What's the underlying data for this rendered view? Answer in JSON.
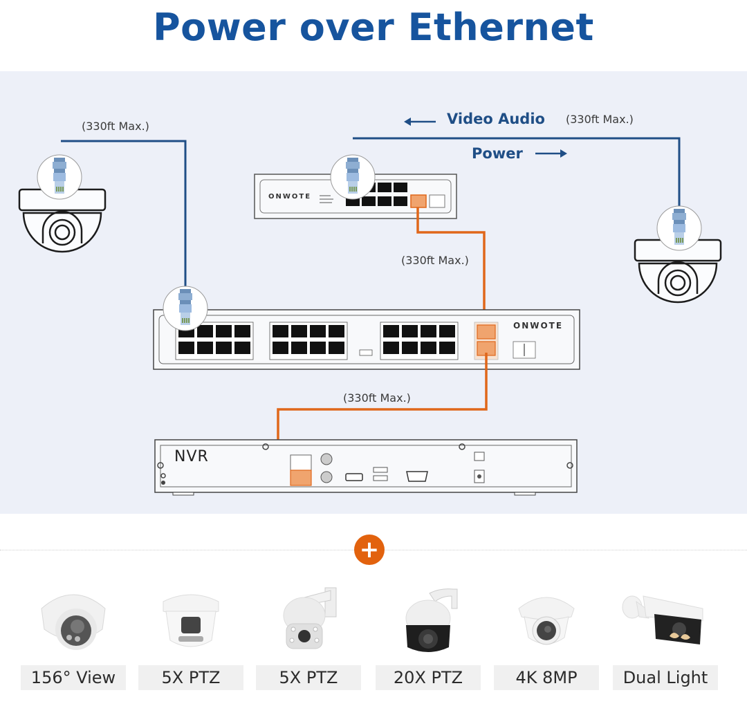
{
  "title": "Power over Ethernet",
  "diagram": {
    "labels": {
      "left_camera_cable": "(330ft Max.)",
      "right_camera_cable": "(330ft Max.)",
      "video_audio": "Video  Audio",
      "power": "Power",
      "uplink_cable": "(330ft Max.)",
      "nvr_cable": "(330ft Max.)"
    },
    "devices": {
      "small_switch_brand": "ONWOTE",
      "large_switch_brand": "ONWOTE",
      "nvr_label": "NVR"
    },
    "colors": {
      "poe_cable": "#1f4e86",
      "uplink_cable": "#e0671a",
      "title": "#16549e",
      "panel_bg": "#edf0f8"
    },
    "icons": {
      "video_audio_arrow": "arrow-left-icon",
      "power_arrow": "arrow-right-icon",
      "add_badge": "plus-icon"
    }
  },
  "products": [
    {
      "name": "turret-dome-camera",
      "label": "156° View"
    },
    {
      "name": "turret-ptz-camera",
      "label": "5X PTZ"
    },
    {
      "name": "mini-ptz-camera",
      "label": "5X PTZ"
    },
    {
      "name": "speed-dome-ptz-camera",
      "label": "20X PTZ"
    },
    {
      "name": "dome-4k-camera",
      "label": "4K 8MP"
    },
    {
      "name": "bullet-dual-light-camera",
      "label": "Dual Light"
    }
  ],
  "plus_symbol": "+"
}
